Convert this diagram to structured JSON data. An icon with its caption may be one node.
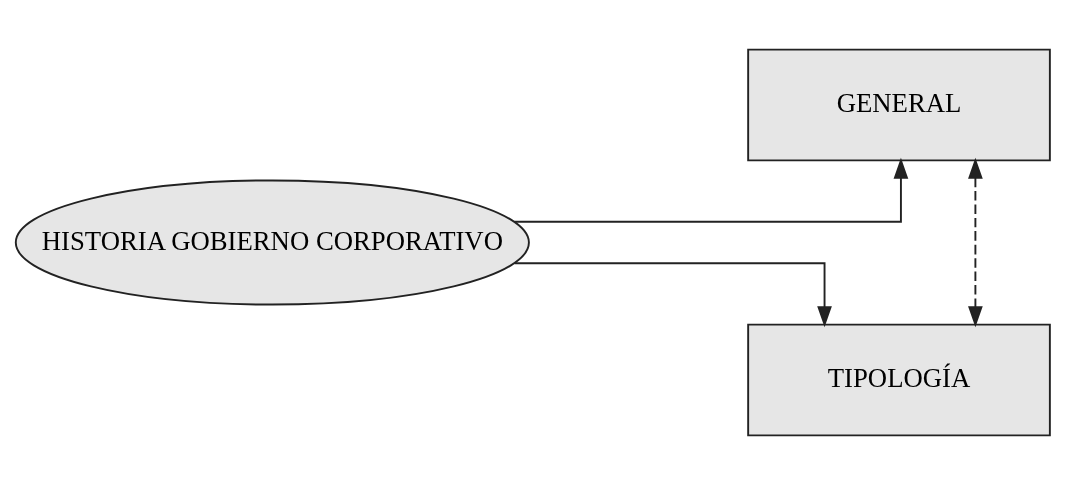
{
  "diagram": {
    "nodes": [
      {
        "text": [
          "HISTORIA GOBIERNO CORPORATIVO"
        ]
      },
      {
        "text": [
          "GENERAL"
        ]
      },
      {
        "text": [
          "TIPOLOGÍA"
        ]
      }
    ],
    "edges": [
      {
        "from": 0,
        "to": 1,
        "arrow": "to"
      },
      {
        "from": 0,
        "to": 2,
        "arrow": "to"
      },
      {
        "from": 1,
        "to": 2,
        "arrow": "both",
        "style": "dashed"
      }
    ]
  }
}
